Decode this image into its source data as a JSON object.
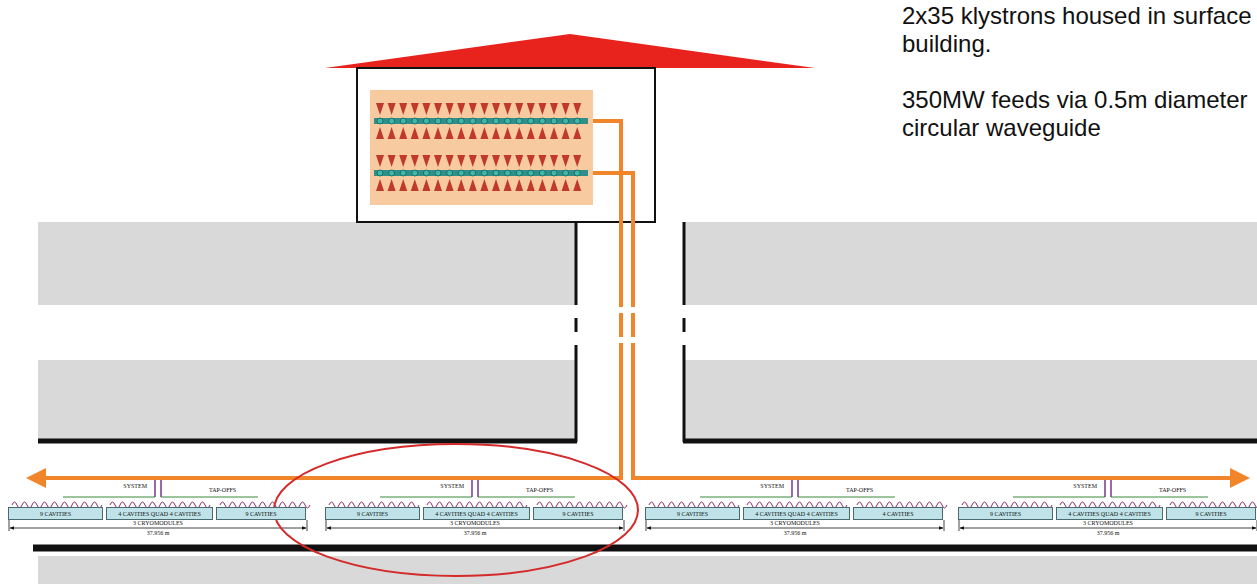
{
  "diagram": {
    "nodes": [
      {
        "text": [
          "9 CAVITIES"
        ]
      },
      {
        "text": [
          "4 CAVITIES QUAD 4 CAVITIES"
        ]
      },
      {
        "text": [
          "9 CAVITIES"
        ]
      },
      {
        "text": [
          "9 CAVITIES"
        ]
      },
      {
        "text": [
          "4 CAVITIES QUAD 4 CAVITIES"
        ]
      },
      {
        "text": [
          "9 CAVITIES"
        ]
      },
      {
        "text": [
          "9 CAVITIES"
        ]
      },
      {
        "text": [
          "4 CAVITIES QUAD 4 CAVITIES"
        ]
      },
      {
        "text": [
          "4 CAVITIES"
        ]
      },
      {
        "text": [
          "9 CAVITIES"
        ]
      },
      {
        "text": [
          "4 CAVITIES QUAD 4 CAVITIES"
        ]
      },
      {
        "text": [
          "9 CAVITIES"
        ]
      }
    ],
    "labels": [
      "2x35 klystrons housed in surface building.",
      "350MW feeds via 0.5m diameter circular waveguide",
      "SYSTEM",
      "TAP-OFFS",
      "3 CRYOMODULES",
      "37.956 m",
      "SYSTEM",
      "TAP-OFFS",
      "3 CRYOMODULES",
      "37.956 m",
      "SYSTEM",
      "TAP-OFFS",
      "3 CRYOMODULES",
      "37.956 m",
      "SYSTEM",
      "TAP-OFFS",
      "3 CRYOMODULES",
      "37.956 m"
    ]
  }
}
